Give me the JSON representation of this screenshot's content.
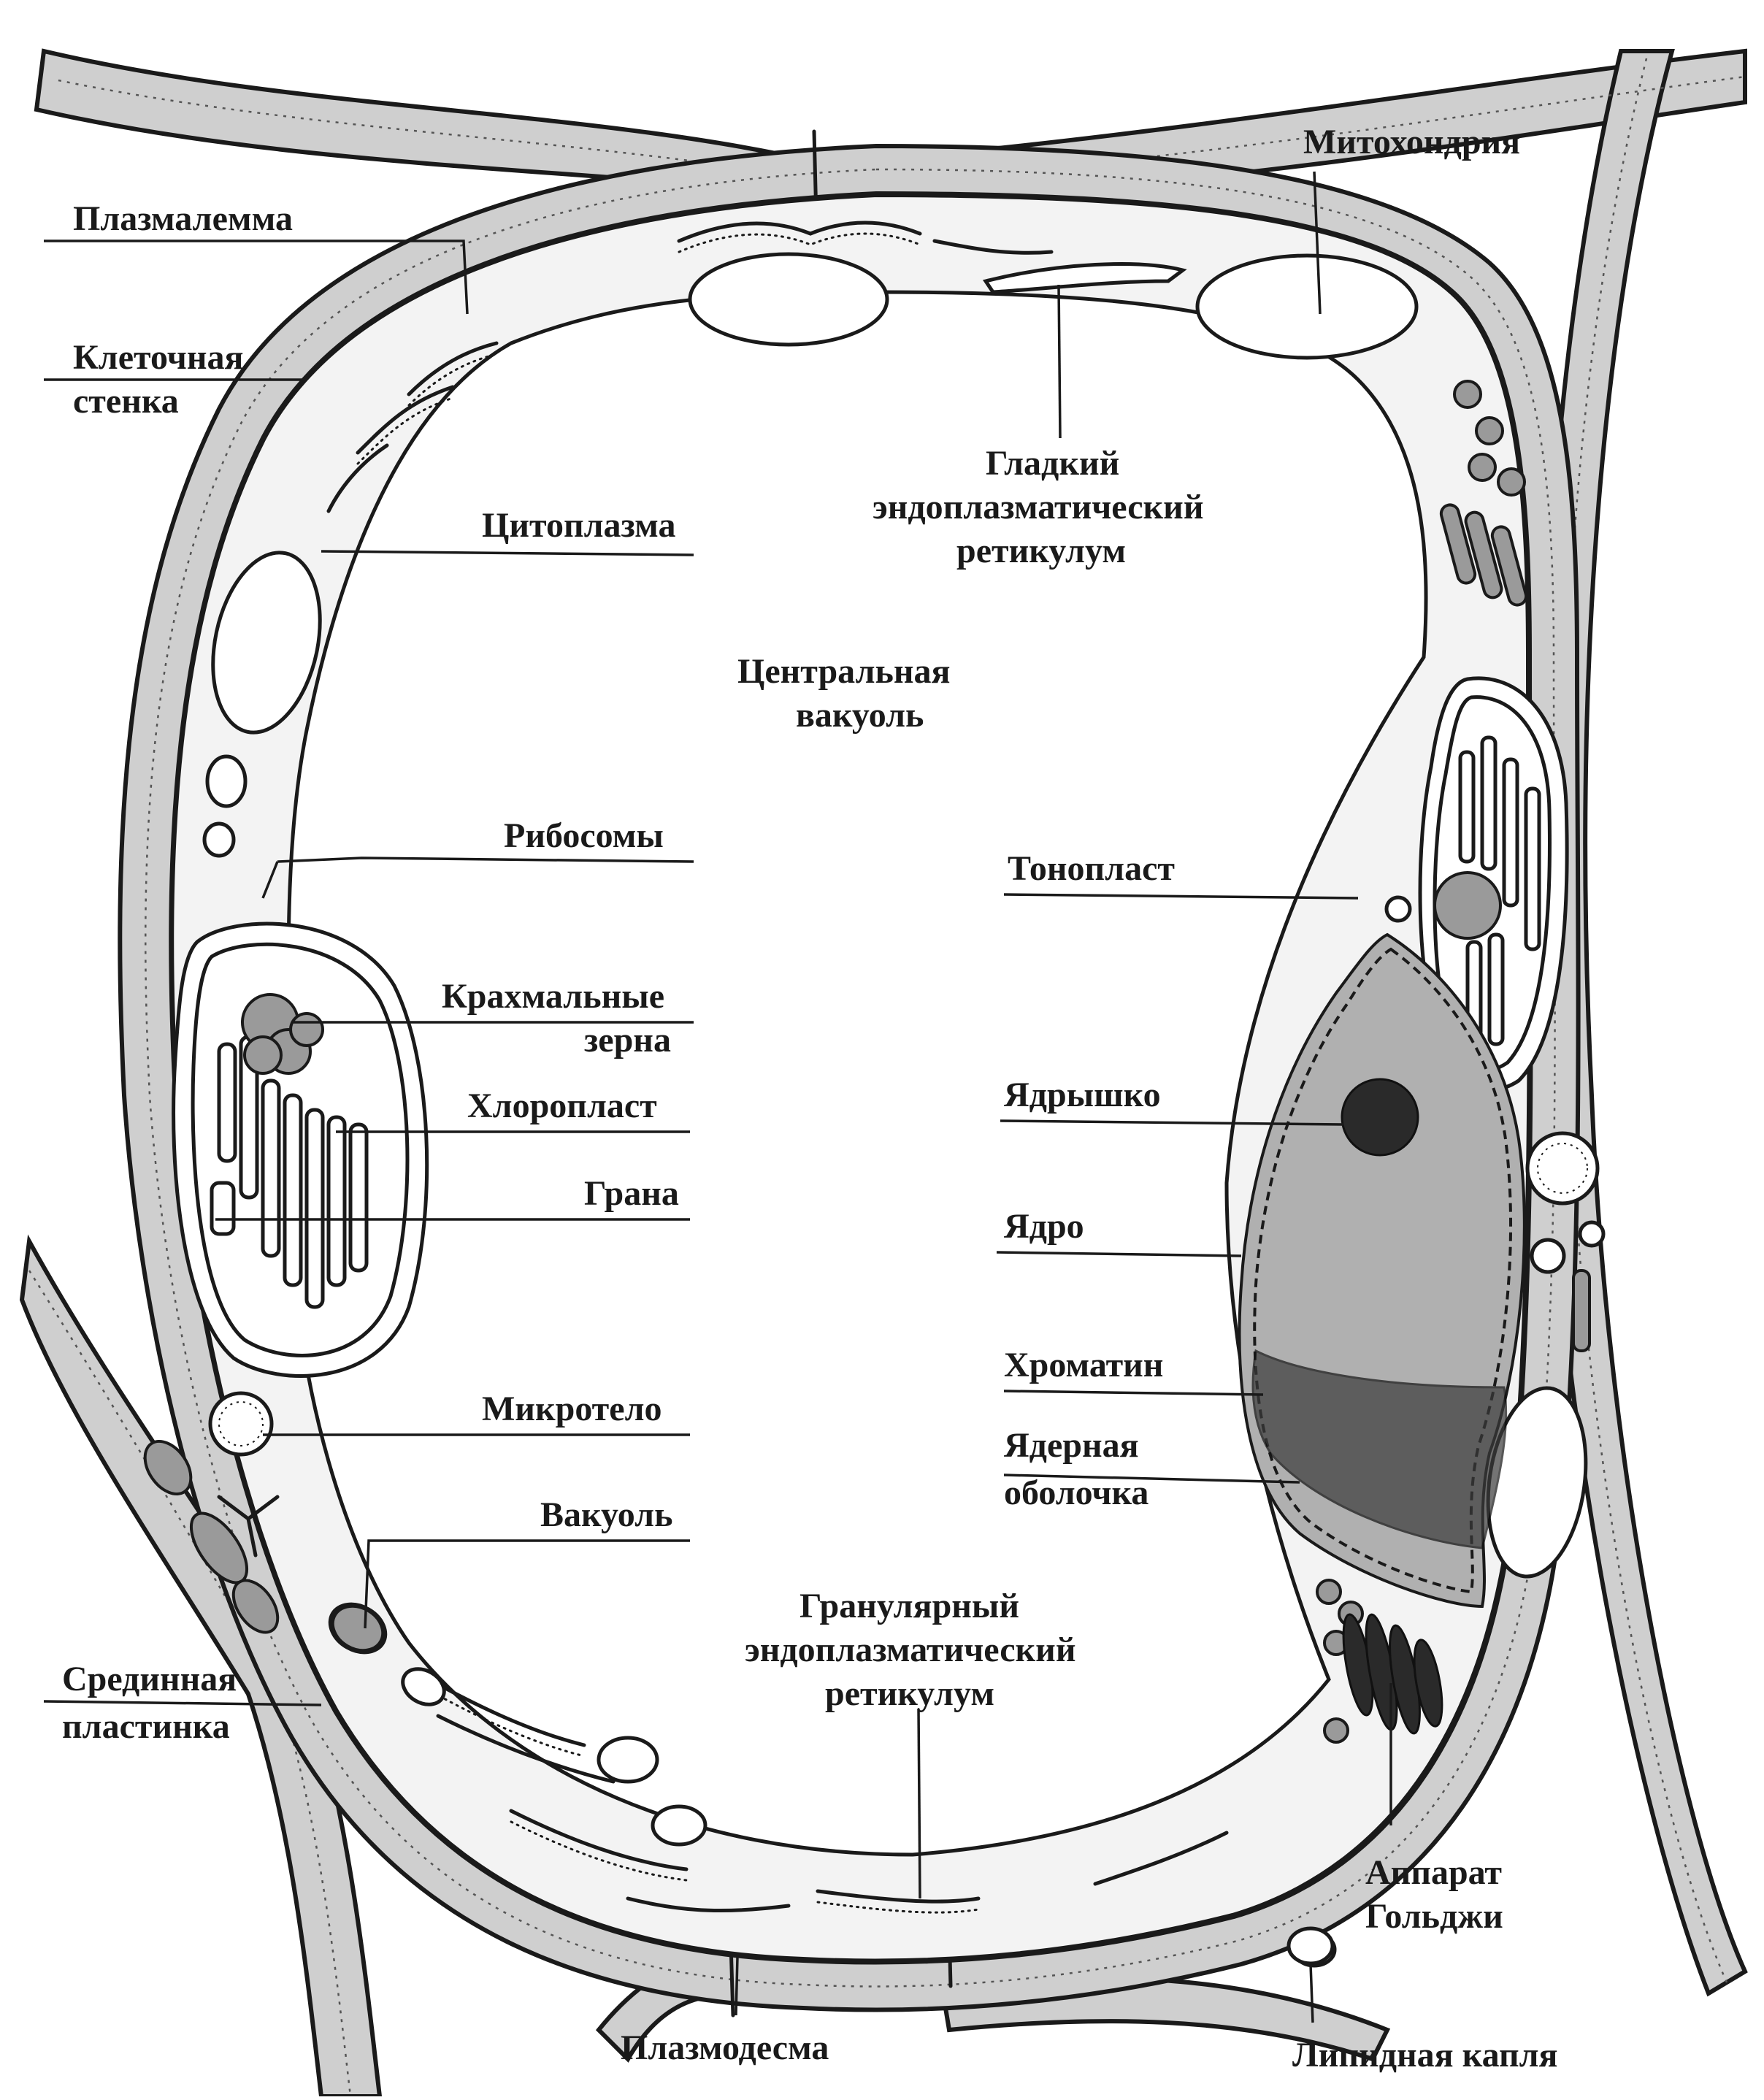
{
  "labels": {
    "plasmalemma": "Плазмалемма",
    "cell_wall_1": "Клеточная",
    "cell_wall_2": "стенка",
    "cytoplasm": "Цитоплазма",
    "mitochondrion": "Митохондрия",
    "smooth_er_1": "Гладкий",
    "smooth_er_2": "эндоплазматический",
    "smooth_er_3": "ретикулум",
    "central_vacuole_1": "Центральная",
    "central_vacuole_2": "вакуоль",
    "ribosomes": "Рибосомы",
    "tonoplast": "Тонопласт",
    "starch_1": "Крахмальные",
    "starch_2": "зерна",
    "chloroplast": "Хлоропласт",
    "nucleolus": "Ядрышко",
    "grana": "Грана",
    "nucleus": "Ядро",
    "chromatin": "Хроматин",
    "microbody": "Микротело",
    "nuclear_env_1": "Ядерная",
    "nuclear_env_2": "оболочка",
    "vacuole": "Вакуоль",
    "rough_er_1": "Гранулярный",
    "rough_er_2": "эндоплазматический",
    "rough_er_3": "ретикулум",
    "middle_lamella_1": "Срединная",
    "middle_lamella_2": "пластинка",
    "golgi_1": "Аппарат",
    "golgi_2": "Гольджи",
    "plasmodesma": "Плазмодесма",
    "lipid_drop": "Липидная капля"
  }
}
